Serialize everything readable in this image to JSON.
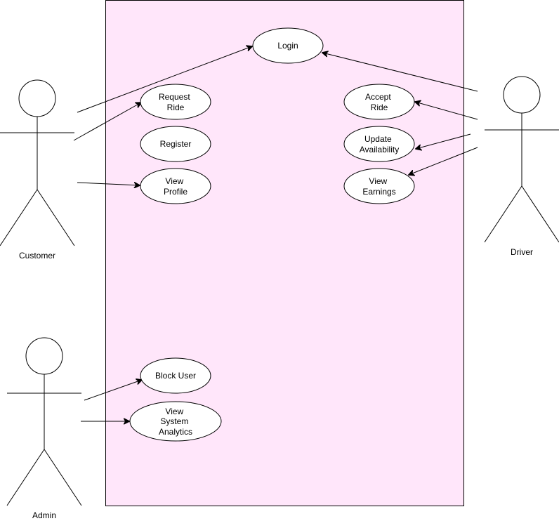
{
  "colors": {
    "system_boundary_fill": "#ffe6fa",
    "stroke": "#000000",
    "ellipse_fill": "#ffffff",
    "text": "#000000"
  },
  "actors": {
    "customer": {
      "label": "Customer"
    },
    "driver": {
      "label": "Driver"
    },
    "admin": {
      "label": "Admin"
    }
  },
  "use_cases": {
    "login": {
      "lines": [
        "Login"
      ]
    },
    "request_ride": {
      "lines": [
        "Request",
        "Ride"
      ]
    },
    "register": {
      "lines": [
        "Register"
      ]
    },
    "view_profile": {
      "lines": [
        "View",
        "Profile"
      ]
    },
    "accept_ride": {
      "lines": [
        "Accept",
        "Ride"
      ]
    },
    "update_availability": {
      "lines": [
        "Update",
        "Availability"
      ]
    },
    "view_earnings": {
      "lines": [
        "View",
        "Earnings"
      ]
    },
    "block_user": {
      "lines": [
        "Block User"
      ]
    },
    "view_system_analytics": {
      "lines": [
        "View",
        "System",
        "Analytics"
      ]
    }
  }
}
